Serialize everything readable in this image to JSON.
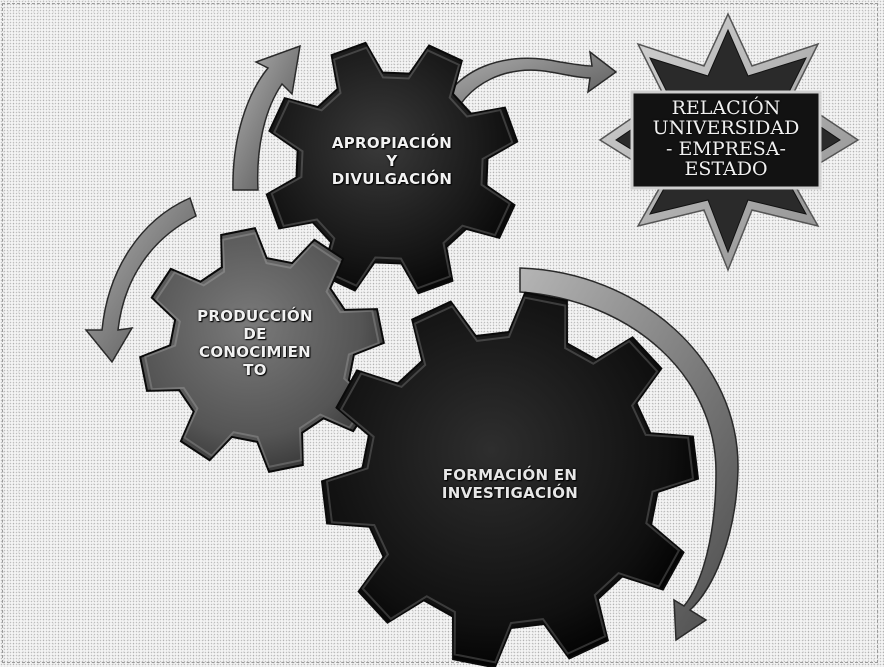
{
  "diagram": {
    "gears": [
      {
        "id": "apropiacion",
        "label": "APROPIACIÓN\nY\nDIVULGACIÓN",
        "fill": "#1e1e1e"
      },
      {
        "id": "produccion",
        "label": "PRODUCCIÓN\nDE\nCONOCIMIEN\nTO",
        "fill": "#5e5e5e"
      },
      {
        "id": "formacion",
        "label": "FORMACIÓN EN\nINVESTIGACIÓN",
        "fill": "#141414"
      }
    ],
    "star": {
      "label": "RELACIÓN\nUNIVERSIDAD\n- EMPRESA-\nESTADO",
      "fill": "#1a1a1a"
    },
    "colors": {
      "arrow": "#8a8a8a",
      "arrow_outline": "#2a2a2a",
      "background": "#f4f4f4"
    }
  }
}
